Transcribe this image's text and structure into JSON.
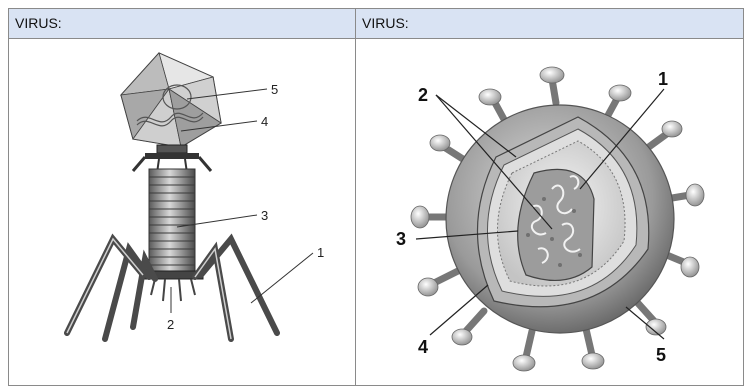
{
  "table": {
    "left": {
      "header": "VIRUS:",
      "labels": [
        "1",
        "2",
        "3",
        "4",
        "5"
      ]
    },
    "right": {
      "header": "VIRUS:",
      "labels": [
        "1",
        "2",
        "3",
        "4",
        "5"
      ]
    }
  }
}
